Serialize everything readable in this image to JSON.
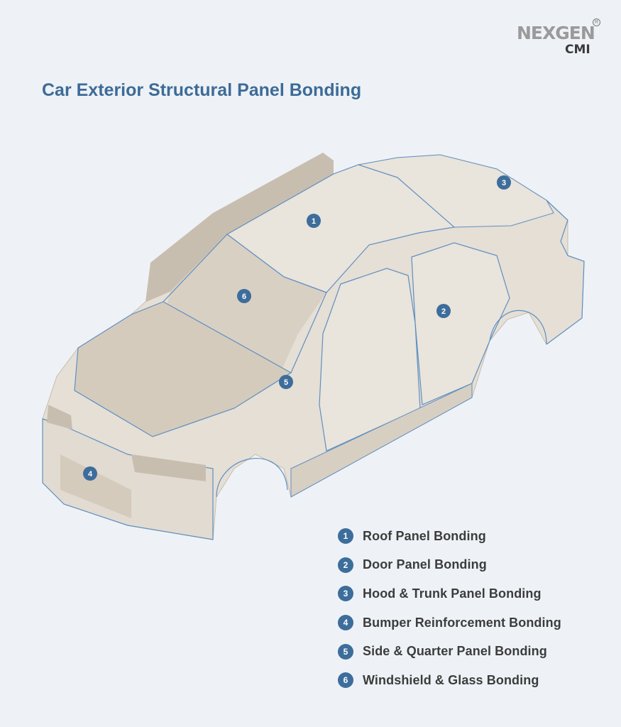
{
  "brand": {
    "name": "NEXGEN",
    "sub": "CMI",
    "reg": "R"
  },
  "title": "Car Exterior Structural Panel Bonding",
  "colors": {
    "accent": "#3d6d9b",
    "body": "#e5dfd6",
    "shade": "#c9bfb1",
    "outline": "#5f8fc0",
    "background": "#eef2f6"
  },
  "markers": [
    {
      "num": "1"
    },
    {
      "num": "2"
    },
    {
      "num": "3"
    },
    {
      "num": "4"
    },
    {
      "num": "5"
    },
    {
      "num": "6"
    }
  ],
  "legend": [
    {
      "num": "1",
      "label": "Roof Panel Bonding"
    },
    {
      "num": "2",
      "label": "Door Panel Bonding"
    },
    {
      "num": "3",
      "label": "Hood & Trunk Panel Bonding"
    },
    {
      "num": "4",
      "label": "Bumper Reinforcement Bonding"
    },
    {
      "num": "5",
      "label": "Side & Quarter Panel Bonding"
    },
    {
      "num": "6",
      "label": "Windshield & Glass Bonding"
    }
  ]
}
